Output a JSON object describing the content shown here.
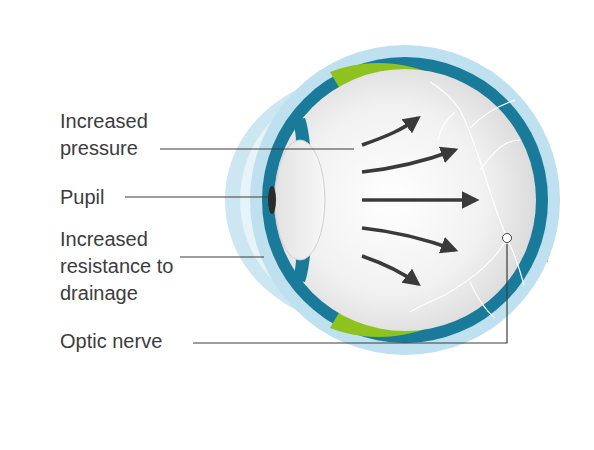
{
  "diagram": {
    "labels": [
      "Increased pressure",
      "Pupil",
      "Increased resistance to drainage",
      "Optic nerve"
    ]
  }
}
